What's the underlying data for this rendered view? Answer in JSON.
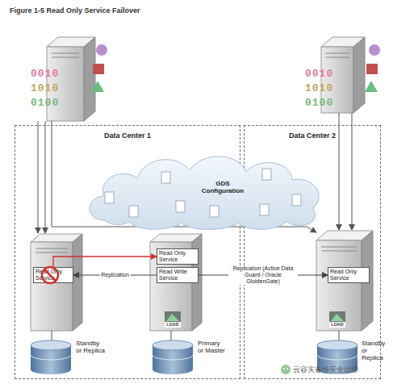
{
  "diagram": {
    "title": "Figure 1-5 Read Only Service Failover",
    "nodes": [
      {
        "text": [
          "Data Center 1"
        ]
      },
      {
        "text": [
          "Data Center 2"
        ]
      },
      {
        "text": [
          "GDS Configuration"
        ]
      },
      {
        "text": [
          "Read Only Service"
        ],
        "in": 0
      },
      {
        "text": [
          "Read Only Service"
        ],
        "in": 0
      },
      {
        "text": [
          "Read Write Service"
        ],
        "in": 0
      },
      {
        "text": [
          "Read Only Service"
        ],
        "in": 1
      },
      {
        "text": [
          "Standby or Replica"
        ],
        "in": 0
      },
      {
        "text": [
          "Primary or Master"
        ],
        "in": 0
      },
      {
        "text": [
          "Standby or Replica"
        ],
        "in": 1
      }
    ],
    "edges": [
      {
        "from": 5,
        "to": 3,
        "arrow": "to",
        "label": "Replication"
      },
      {
        "from": 3,
        "to": 4,
        "arrow": "to"
      },
      {
        "from": 5,
        "to": 6,
        "arrow": "to",
        "label": "Replication (Active Data Guard / Oracle GloldenGate)"
      }
    ],
    "labels": [
      "0010",
      "1010",
      "0100",
      "0010",
      "1010",
      "0100",
      "LOAD",
      "LOAD",
      "云容灾备份安全治理"
    ]
  }
}
